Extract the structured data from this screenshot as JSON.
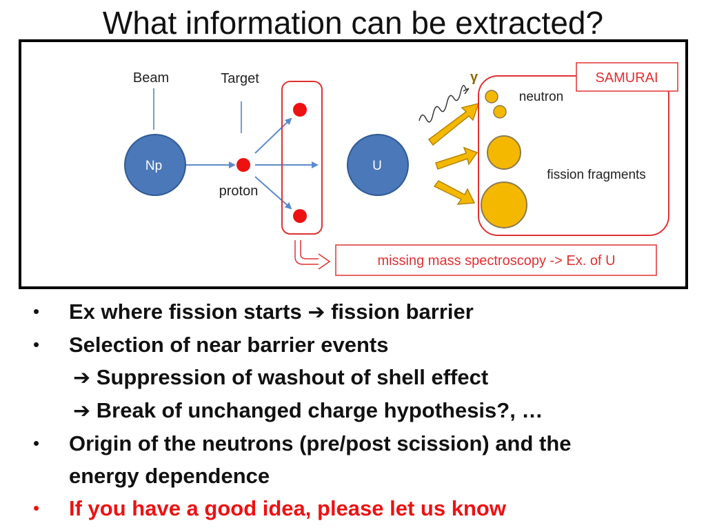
{
  "title": "What information can be extracted?",
  "diagram": {
    "beam_label": "Beam",
    "target_label": "Target",
    "np_label": "Np",
    "proton_label": "proton",
    "u_label": "U",
    "gamma_label": "γ",
    "samurai_label": "SAMURAI",
    "neutron_label": "neutron",
    "fission_fragments_label": "fission fragments",
    "missing_mass_label": "missing mass spectroscopy -> Ex. of U",
    "colors": {
      "nucleus_blue": "#4a78b8",
      "proton_red": "#ee1111",
      "fragment_yellow": "#f5b800",
      "box_red": "#e03030",
      "arrow_blue": "#5b8ac8"
    }
  },
  "bullets": {
    "b1": "Ex where fission starts",
    "b1_arrow": "➔",
    "b1_tail": "fission barrier",
    "b2": "Selection of near barrier events",
    "b2a_arrow": "➔",
    "b2a": "Suppression of washout of shell effect",
    "b2b_arrow": "➔",
    "b2b": "Break of unchanged charge hypothesis?, …",
    "b3_line1": "Origin of the neutrons (pre/post scission) and the",
    "b3_line2": "energy dependence",
    "b4": "If you have a good idea, please let us know"
  }
}
